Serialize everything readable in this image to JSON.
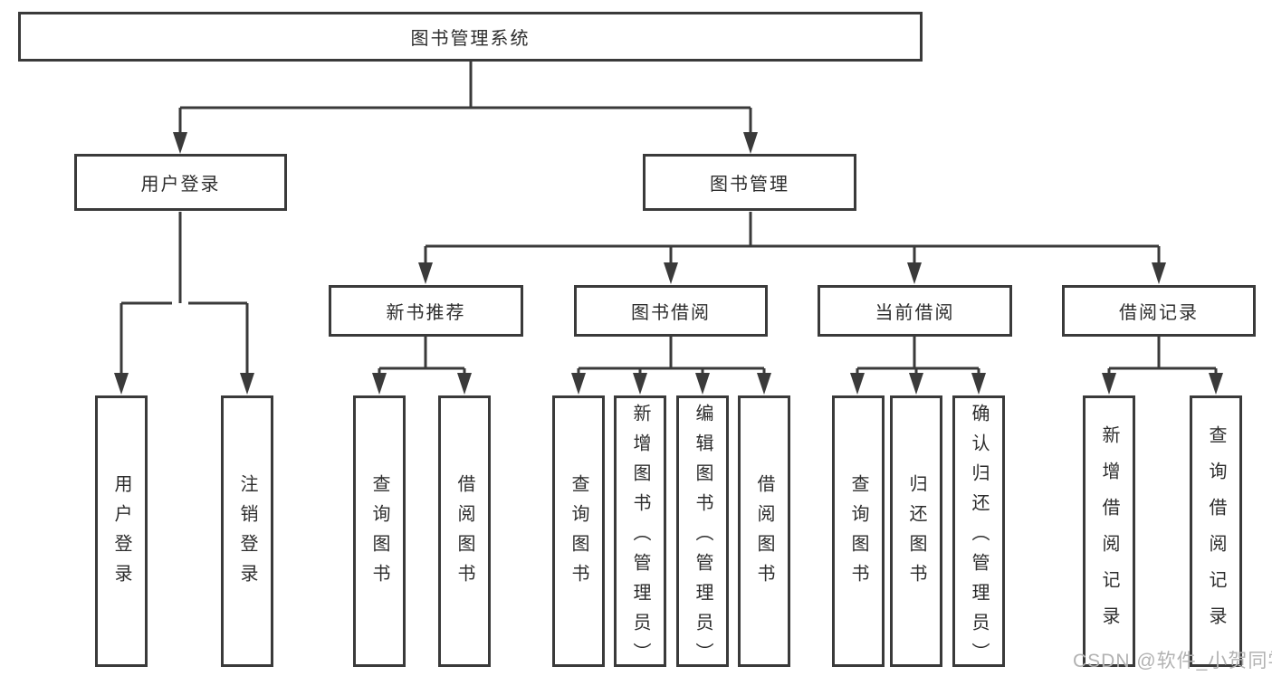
{
  "diagram": {
    "type": "tree",
    "colors": {
      "line": "#3a3a3a",
      "box_border": "#3a3a3a",
      "text": "#2d2d2d",
      "watermark": "#b2b2b2",
      "background": "#ffffff"
    },
    "nodes": {
      "root": "图书管理系统",
      "user_login": "用户登录",
      "book_mgmt": "图书管理",
      "new_books": "新书推荐",
      "book_borrow": "图书借阅",
      "current_borrow": "当前借阅",
      "borrow_records": "借阅记录",
      "login": "用户登录",
      "logout": "注销登录",
      "nb_query": "查询图书",
      "nb_borrow": "借阅图书",
      "bb_query": "查询图书",
      "bb_add": "新增图书（管理员）",
      "bb_edit": "编辑图书（管理员）",
      "bb_borrow": "借阅图书",
      "cb_query": "查询图书",
      "cb_return": "归还图书",
      "cb_confirm": "确认归还（管理员）",
      "br_add": "新增借阅记录",
      "br_query": "查询借阅记录"
    },
    "hierarchy": {
      "图书管理系统": {
        "用户登录": [
          "用户登录",
          "注销登录"
        ],
        "图书管理": {
          "新书推荐": [
            "查询图书",
            "借阅图书"
          ],
          "图书借阅": [
            "查询图书",
            "新增图书（管理员）",
            "编辑图书（管理员）",
            "借阅图书"
          ],
          "当前借阅": [
            "查询图书",
            "归还图书",
            "确认归还（管理员）"
          ],
          "借阅记录": [
            "新增借阅记录",
            "查询借阅记录"
          ]
        }
      }
    },
    "watermark": "CSDN @软件_小贺同学"
  }
}
